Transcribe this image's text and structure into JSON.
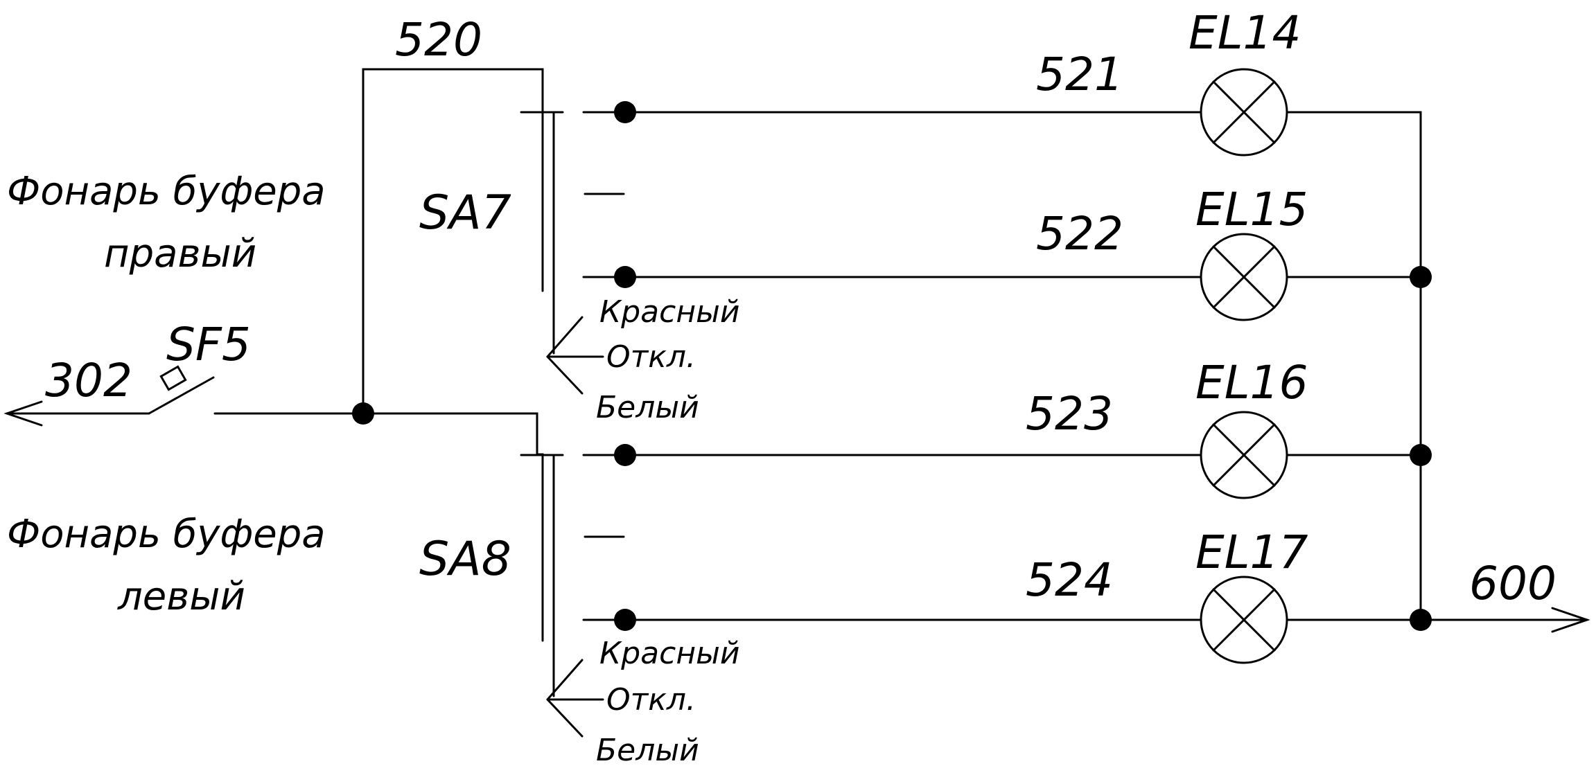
{
  "feeder": {
    "input_wire": "302",
    "breaker": "SF5",
    "bus_wire": "520",
    "output_wire": "600"
  },
  "switches": [
    {
      "id": "SA7",
      "description_line1": "Фонарь буфера",
      "description_line2": "правый",
      "positions": [
        "Красный",
        "Откл.",
        "Белый"
      ]
    },
    {
      "id": "SA8",
      "description_line1": "Фонарь буфера",
      "description_line2": "левый",
      "positions": [
        "Красный",
        "Откл.",
        "Белый"
      ]
    }
  ],
  "branches": [
    {
      "wire": "521",
      "lamp": "EL14"
    },
    {
      "wire": "522",
      "lamp": "EL15"
    },
    {
      "wire": "523",
      "lamp": "EL16"
    },
    {
      "wire": "524",
      "lamp": "EL17"
    }
  ],
  "colors": {
    "ink": "#000000",
    "background": "#ffffff"
  }
}
